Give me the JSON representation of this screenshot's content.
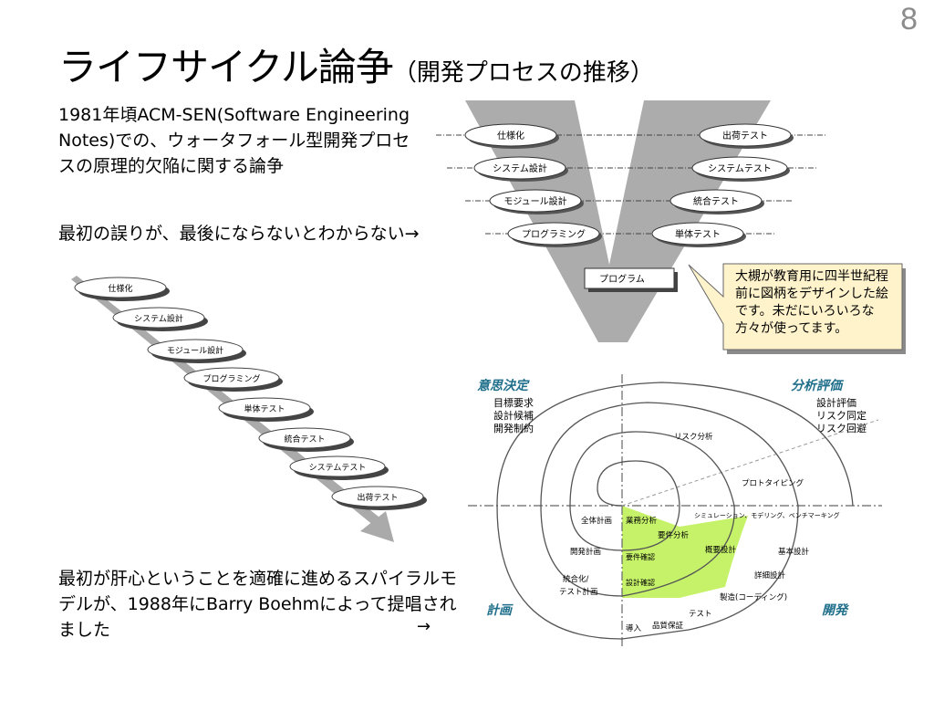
{
  "slide": {
    "number": "8",
    "title_main": "ライフサイクル論争",
    "title_sub": "（開発プロセスの推移）"
  },
  "text": {
    "p1": "1981年頃ACM-SEN(Software Engineering Notes)での、ウォータフォール型開発プロセスの原理的欠陥に関する論争",
    "p2": "最初の誤りが、最後にならないとわからない→",
    "p3": "最初が肝心ということを適確に進めるスパイラルモデルが、1988年にBarry Boehmによって提唱されました",
    "p3_arrow": "→"
  },
  "v_model": {
    "left": [
      "仕様化",
      "システム設計",
      "モジュール設計",
      "プログラミング"
    ],
    "right": [
      "出荷テスト",
      "システムテスト",
      "統合テスト",
      "単体テスト"
    ],
    "bottom": "プログラム",
    "big_letter": "V"
  },
  "callout": {
    "text": "大槻が教育用に四半世紀程前に図柄をデザインした絵です。未だにいろいろな方々が使ってます。"
  },
  "waterfall": {
    "steps": [
      "仕様化",
      "システム設計",
      "モジュール設計",
      "プログラミング",
      "単体テスト",
      "統合テスト",
      "システムテスト",
      "出荷テスト"
    ]
  },
  "spiral": {
    "q_tl_title": "意思決定",
    "q_tl_items": [
      "目標要求",
      "設計候補",
      "開発制約"
    ],
    "q_tr_title": "分析評価",
    "q_tr_items": [
      "設計評価",
      "リスク同定",
      "リスク回避"
    ],
    "q_bl_title": "計画",
    "q_br_title": "開発",
    "labels": {
      "risk": "リスク分析",
      "proto": "プロトタイピング",
      "sim": "シミュレーション、モデリング、ベンチマーキング",
      "overall": "全体計画",
      "business": "業務分析",
      "req_analysis": "要件分析",
      "concept": "概要設計",
      "basic": "基本設計",
      "detail": "詳細設計",
      "dev_plan": "開発計画",
      "req_confirm": "要件確認",
      "integration1": "統合化/",
      "integration2": "テスト計画",
      "design_confirm": "設計確認",
      "manufacture": "製造(コーディング)",
      "test": "テスト",
      "intro": "導入",
      "qa": "品質保証"
    },
    "highlight_color": "#c6f26a"
  }
}
